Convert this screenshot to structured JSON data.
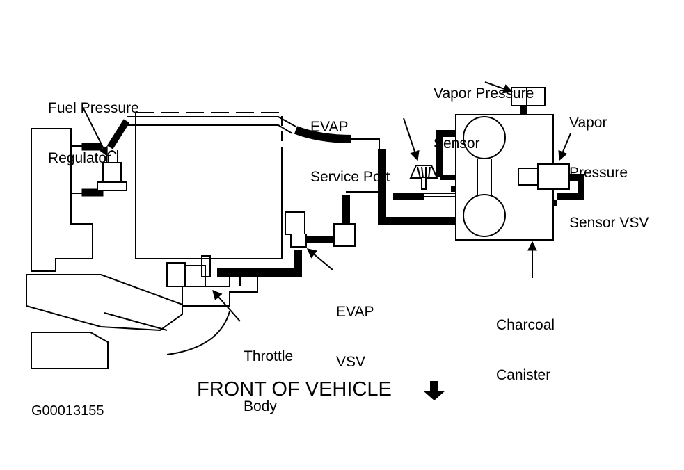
{
  "labels": {
    "fuel_pressure_regulator": [
      "Fuel Pressure",
      "Regulator"
    ],
    "evap_service_port": [
      "EVAP",
      "Service Port"
    ],
    "vapor_pressure_sensor": [
      "Vapor Pressure",
      "Sensor"
    ],
    "vapor_pressure_sensor_vsv": [
      "Vapor",
      "Pressure",
      "Sensor VSV"
    ],
    "evap_vsv": [
      "EVAP",
      "VSV"
    ],
    "throttle_body": [
      "Throttle",
      "Body"
    ],
    "charcoal_canister": [
      "Charcoal",
      "Canister"
    ]
  },
  "footer": {
    "front_of_vehicle": "FRONT OF VEHICLE",
    "figure_code": "G00013155"
  },
  "colors": {
    "line": "#000000",
    "background": "#ffffff"
  }
}
